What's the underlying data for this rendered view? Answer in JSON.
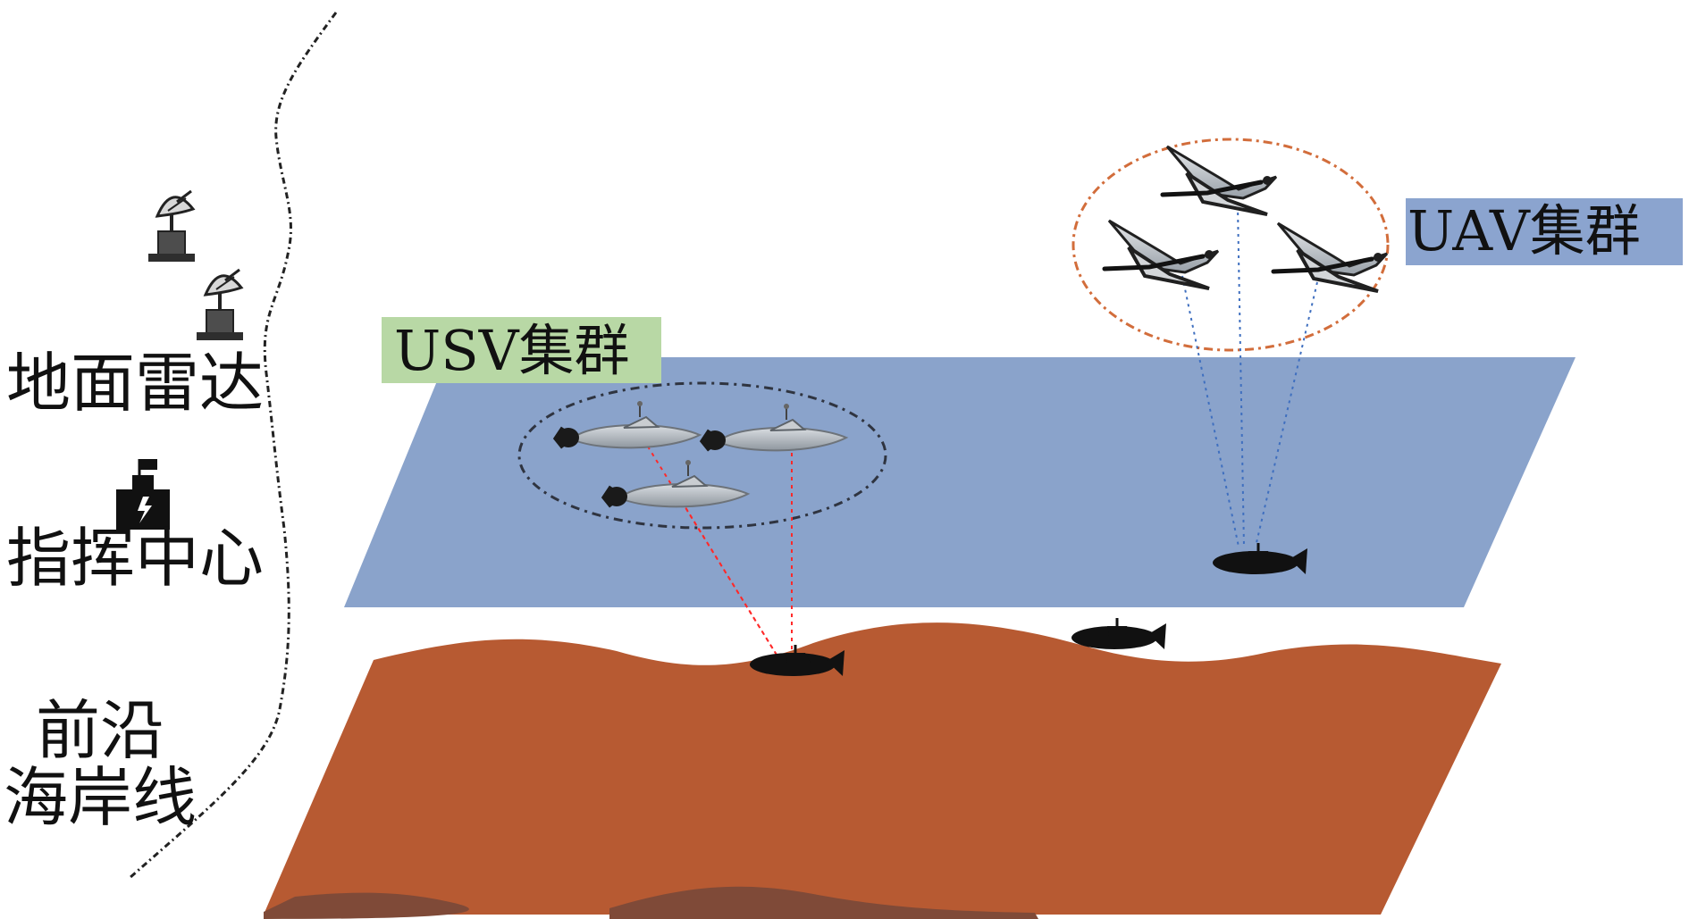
{
  "left_labels": {
    "ground_radar": "地面雷达",
    "command_center": "指挥中心",
    "front_line_1": "前沿",
    "front_line_2": "海岸线"
  },
  "group_labels": {
    "usv": "USV集群",
    "uav": "UAV集群"
  },
  "colors": {
    "sea_surface": "#8aa3cb",
    "seabed": "#b75a32",
    "seabed_dark": "#7f4a38",
    "usv_label_bg": "#b8d8a5",
    "uav_label_bg": "#8ba4cf",
    "usv_ring": "#2f3440",
    "uav_ring": "#d26d3b",
    "usv_links": "#ff2a2a",
    "uav_links": "#3f6fbf",
    "coastline": "#222222"
  },
  "icons": [
    "radar-icon",
    "command-center-icon",
    "usv-icon",
    "uav-icon",
    "submarine-icon"
  ]
}
